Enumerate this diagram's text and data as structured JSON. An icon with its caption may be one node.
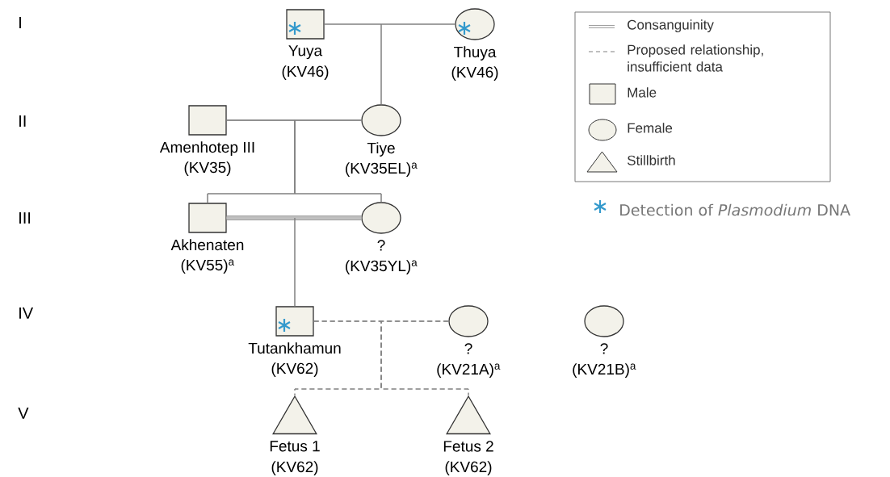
{
  "diagram": {
    "nodes": [
      {
        "text": [],
        "shape": "box",
        "beside": [
          "Yuya",
          "(KV46)"
        ]
      },
      {
        "text": [],
        "shape": "circle",
        "beside": [
          "Thuya",
          "(KV46)"
        ]
      },
      {
        "text": [],
        "shape": "box",
        "beside": [
          "Amenhotep III",
          "(KV35)"
        ]
      },
      {
        "text": [],
        "shape": "circle",
        "beside": [
          "Tiye",
          "(KV35EL)$^{a}$"
        ]
      },
      {
        "text": [],
        "shape": "box",
        "beside": [
          "Akhenaten",
          "(KV55)$^{a}$"
        ]
      },
      {
        "text": [],
        "shape": "circle",
        "beside": [
          "?",
          "(KV35YL)$^{a}$"
        ]
      },
      {
        "text": [],
        "shape": "box",
        "beside": [
          "Tutankhamun",
          "(KV62)"
        ]
      },
      {
        "text": [],
        "shape": "circle",
        "beside": [
          "?",
          "(KV21A)$^{a}$"
        ]
      },
      {
        "text": [],
        "shape": "circle",
        "beside": [
          "?",
          "(KV21B)$^{a}$"
        ]
      },
      {
        "text": [],
        "shape": "triangle",
        "beside": [
          "Fetus 1",
          "(KV62)"
        ]
      },
      {
        "text": [],
        "shape": "triangle",
        "beside": [
          "Fetus 2",
          "(KV62)"
        ]
      }
    ],
    "edges": [
      {
        "from": 0,
        "to": 1,
        "arrow": "none"
      },
      {
        "from": 0,
        "to": 3,
        "arrow": "none"
      },
      {
        "from": 1,
        "to": 3,
        "arrow": "none"
      },
      {
        "from": 2,
        "to": 3,
        "arrow": "none"
      },
      {
        "from": 2,
        "to": 4,
        "arrow": "none"
      },
      {
        "from": 3,
        "to": 4,
        "arrow": "none"
      },
      {
        "from": 2,
        "to": 5,
        "arrow": "none"
      },
      {
        "from": 3,
        "to": 5,
        "arrow": "none"
      },
      {
        "from": 4,
        "to": 5,
        "arrow": "none",
        "style": "thick"
      },
      {
        "from": 4,
        "to": 6,
        "arrow": "none"
      },
      {
        "from": 5,
        "to": 6,
        "arrow": "none"
      },
      {
        "from": 6,
        "to": 7,
        "arrow": "none",
        "style": "dashed"
      },
      {
        "from": 6,
        "to": 9,
        "arrow": "none",
        "style": "dashed"
      },
      {
        "from": 7,
        "to": 9,
        "arrow": "none",
        "style": "dashed"
      },
      {
        "from": 6,
        "to": 10,
        "arrow": "none",
        "style": "dashed"
      },
      {
        "from": 7,
        "to": 10,
        "arrow": "none",
        "style": "dashed"
      }
    ],
    "labels": [
      "I",
      "II",
      "III",
      "IV",
      "V"
    ],
    "legend": [
      {
        "text": "Consanguinity"
      },
      {
        "text": "Proposed relationship, insufficient data"
      },
      {
        "text": "Male"
      },
      {
        "text": "Female"
      },
      {
        "text": "Stillbirth"
      },
      {
        "text": "Detection of *Plasmodium* DNA"
      }
    ]
  }
}
